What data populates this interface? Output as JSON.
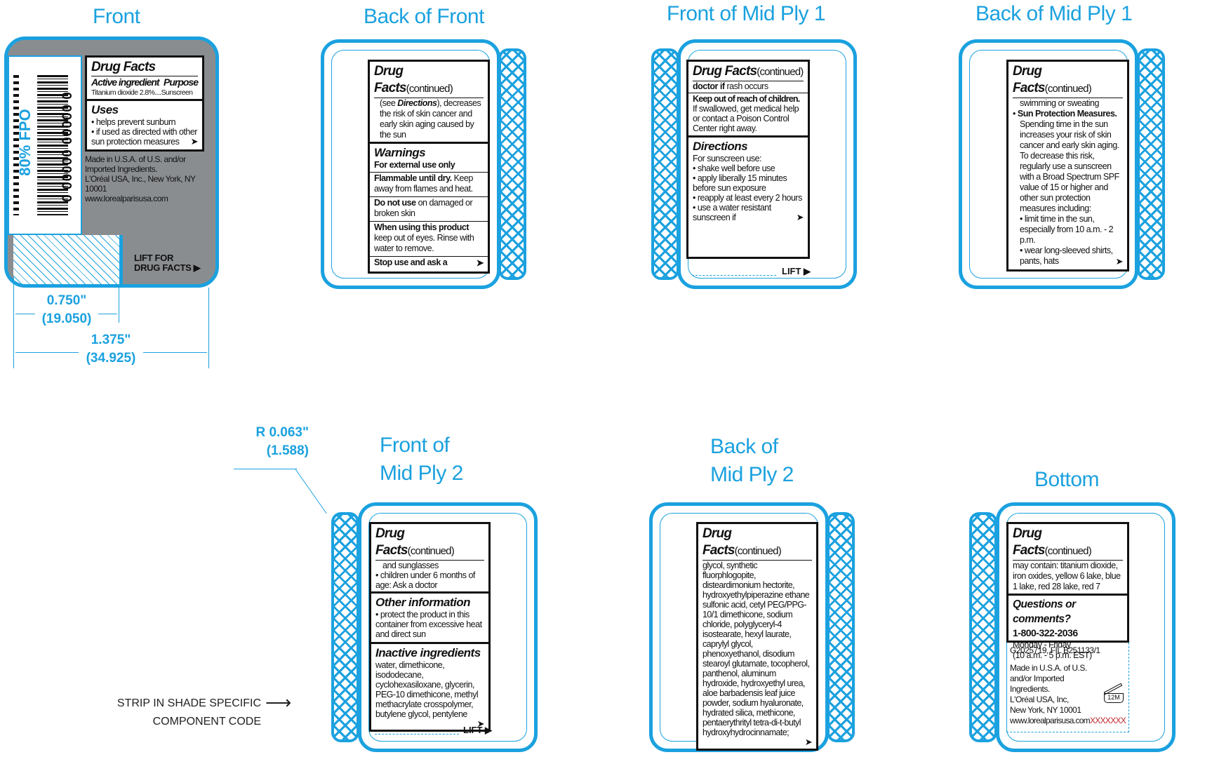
{
  "colors": {
    "accent": "#1ba1df",
    "ink": "#111111",
    "gray": "#8a8d90",
    "red": "#c0262d"
  },
  "titles": {
    "front": "Front",
    "back_of_front": "Back of Front",
    "front_mid1": "Front of Mid Ply 1",
    "back_mid1": "Back of Mid Ply 1",
    "front_mid2_a": "Front of",
    "front_mid2_b": "Mid Ply 2",
    "back_mid2_a": "Back of",
    "back_mid2_b": "Mid Ply 2",
    "bottom": "Bottom"
  },
  "front": {
    "fpo": "80% FPO",
    "barcode_digits": "0 00000 00000 0",
    "heading": "Drug Facts",
    "active_label": "Active ingredient",
    "purpose_label": "Purpose",
    "active_line": "Titanium dioxide 2.8%....Sunscreen",
    "uses_heading": "Uses",
    "uses": [
      "helps prevent sunburn",
      "if used as directed with other sun protection measures"
    ],
    "made_in": "Made in U.S.A. of U.S. and/or Imported Ingredients.",
    "company": "L'Oréal USA, Inc., New York, NY 10001",
    "website": "www.lorealparisusa.com",
    "lift_1": "LIFT FOR",
    "lift_2": "DRUG FACTS ▶"
  },
  "dims": {
    "d1_in": "0.750\"",
    "d1_mm": "(19.050)",
    "d2_in": "1.375\"",
    "d2_mm": "(34.925)",
    "radius_in": "R 0.063\"",
    "radius_mm": "(1.588)",
    "strip_1": "STRIP IN SHADE SPECIFIC",
    "strip_2": "COMPONENT CODE"
  },
  "heading": "Drug Facts",
  "continued": "(continued)",
  "back_of_front": {
    "intro_a": "(see ",
    "intro_b": "Directions",
    "intro_c": "), decreases the risk of skin cancer and early skin aging caused by the sun",
    "warnings": "Warnings",
    "external": "For external use only",
    "flam_b": "Flammable until dry.",
    "flam": " Keep away from flames and heat.",
    "dnu_b": "Do not use",
    "dnu": " on damaged or broken skin",
    "when": "When using this product",
    "when_text": "keep out of eyes. Rinse with water to remove.",
    "stop": "Stop use and ask a"
  },
  "front_mid1": {
    "doctor_b": "doctor if",
    "doctor": " rash occurs",
    "keep": "Keep out of reach of children.",
    "keep_text": "If swallowed, get medical help or contact a Poison Control Center right away.",
    "directions": "Directions",
    "for_use": "For sunscreen use:",
    "items": [
      "shake well before use",
      "apply liberally 15 minutes before sun exposure",
      "reapply at least every 2 hours",
      "use a water resistant sunscreen if"
    ],
    "lift": "LIFT ▶"
  },
  "back_mid1": {
    "first": "swimming or sweating",
    "spm": "Sun Protection Measures.",
    "text": "Spending time in the sun increases your risk of skin cancer and early skin aging. To decrease this risk, regularly use a sunscreen with a Broad Spectrum SPF value of 15 or higher and other sun protection measures including:",
    "items": [
      "limit time in the sun, especially from 10 a.m. - 2 p.m.",
      "wear long-sleeved shirts, pants, hats"
    ]
  },
  "front_mid2": {
    "first": "and sunglasses",
    "child": "children under 6 months of age: Ask a doctor",
    "other": "Other information",
    "other_items": [
      "protect the product in this container from excessive heat and direct sun"
    ],
    "inactive": "Inactive ingredients",
    "inactive_text": "water, dimethicone, isododecane, cyclohexasiloxane, glycerin, PEG-10 dimethicone, methyl methacrylate crosspolymer, butylene glycol, pentylene",
    "lift": "LIFT ▶"
  },
  "back_mid2": {
    "text": "glycol, synthetic fluorphlogopite, disteardimonium hectorite, hydroxyethylpiperazine ethane sulfonic acid, cetyl PEG/PPG-10/1 dimethicone, sodium chloride, polyglyceryl-4 isostearate, hexyl laurate, caprylyl glycol, phenoxyethanol, disodium stearoyl glutamate, tocopherol, panthenol, aluminum hydroxide, hydroxyethyl urea, aloe barbadensis leaf juice powder, sodium hyaluronate, hydrated silica, methicone, pentaerythrityl tetra-di-t-butyl hydroxyhydrocinnamate;"
  },
  "bottom": {
    "may": "may contain: titanium dioxide, iron oxides, yellow 6 lake, blue 1 lake, red 28 lake, red 7",
    "questions": "Questions or comments?",
    "phone": "1-800-322-2036",
    "days": "Monday - Friday",
    "hours": "(10 a.m. - 5 p.m. EST)",
    "code": "G2025719, FIL B251133/1",
    "made_in": "Made in U.S.A. of U.S. and/or Imported Ingredients.",
    "company": "L'Oréal USA, Inc,",
    "city": "New York, NY 10001",
    "website": "www.lorealparisusa.com",
    "pao": "12M",
    "placeholder": "XXXXXXX"
  }
}
